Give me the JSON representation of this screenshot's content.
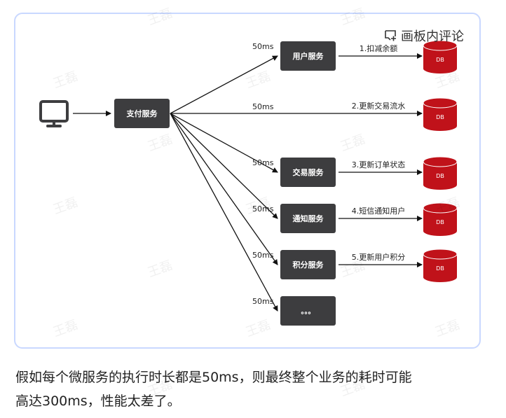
{
  "board": {
    "comment_button": {
      "label": "画板内评论",
      "icon": "comment-add-icon"
    }
  },
  "diagram": {
    "client": {
      "icon": "monitor-icon"
    },
    "gateway": {
      "label": "支付服务"
    },
    "branches": [
      {
        "service": "用户服务",
        "latency": "50ms",
        "action": "1.扣减余额",
        "db": "DB"
      },
      {
        "service": null,
        "latency": "50ms",
        "action": "2.更新交易流水",
        "db": "DB"
      },
      {
        "service": "交易服务",
        "latency": "50ms",
        "action": "3.更新订单状态",
        "db": "DB"
      },
      {
        "service": "通知服务",
        "latency": "50ms",
        "action": "4.短信通知用户",
        "db": "DB"
      },
      {
        "service": "积分服务",
        "latency": "50ms",
        "action": "5.更新用户积分",
        "db": "DB"
      },
      {
        "service": "。。。",
        "latency": "50ms",
        "action": null,
        "db": null
      }
    ],
    "colors": {
      "box": "#3d3d3f",
      "db": "#c0121a",
      "line": "#111111",
      "border": "#c9d8ff"
    },
    "watermark": "王磊"
  },
  "caption": {
    "line1": "假如每个微服务的执行时长都是50ms，则最终整个业务的耗时可能",
    "line2": "高达300ms，性能太差了。"
  }
}
